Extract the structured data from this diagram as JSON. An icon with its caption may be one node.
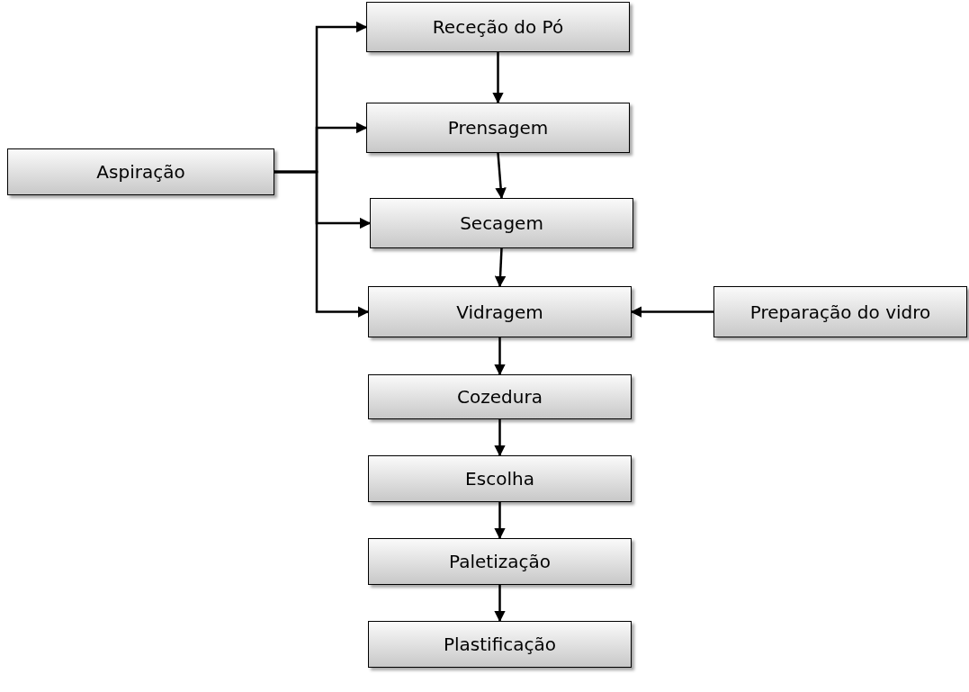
{
  "diagram": {
    "nodes": [
      {
        "text": [
          "Receção do Pó"
        ]
      },
      {
        "text": [
          "Prensagem"
        ]
      },
      {
        "text": [
          "Secagem"
        ]
      },
      {
        "text": [
          "Aspiração"
        ]
      },
      {
        "text": [
          "Vidragem"
        ]
      },
      {
        "text": [
          "Preparação do vidro"
        ]
      },
      {
        "text": [
          "Cozedura"
        ]
      },
      {
        "text": [
          "Escolha"
        ]
      },
      {
        "text": [
          "Paletização"
        ]
      },
      {
        "text": [
          "Plastificação"
        ]
      }
    ],
    "edges": [
      {
        "from": 3,
        "to": 0,
        "arrow": "to"
      },
      {
        "from": 3,
        "to": 1,
        "arrow": "to"
      },
      {
        "from": 3,
        "to": 2,
        "arrow": "to"
      },
      {
        "from": 3,
        "to": 4,
        "arrow": "to"
      },
      {
        "from": 0,
        "to": 1,
        "arrow": "to"
      },
      {
        "from": 1,
        "to": 2,
        "arrow": "to"
      },
      {
        "from": 2,
        "to": 4,
        "arrow": "to"
      },
      {
        "from": 5,
        "to": 4,
        "arrow": "to"
      },
      {
        "from": 4,
        "to": 6,
        "arrow": "to"
      },
      {
        "from": 6,
        "to": 7,
        "arrow": "to"
      },
      {
        "from": 7,
        "to": 8,
        "arrow": "to"
      },
      {
        "from": 8,
        "to": 9,
        "arrow": "to"
      }
    ]
  }
}
